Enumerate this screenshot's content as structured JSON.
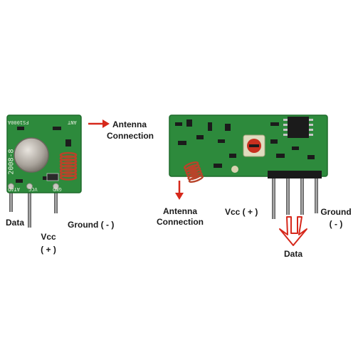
{
  "colors": {
    "pcb": "#2d8a3c",
    "pcb_dark": "#1e6b2b",
    "arrow": "#d6281b",
    "pin": "#6f6f6f",
    "coil": "#b8442a"
  },
  "icons": [
    "red-arrow-icon",
    "outline-down-arrow-icon"
  ],
  "transmitter": {
    "silkscreen_model": "FS1000A",
    "silkscreen_ant": "ANT",
    "silkscreen_date": "2008-8",
    "silkscreen_pins": {
      "data": "ATAD",
      "vcc": "VCC",
      "gnd": "GND"
    },
    "labels": {
      "antenna_line1": "Antenna",
      "antenna_line2": "Connection",
      "data": "Data",
      "vcc": "Vcc",
      "vcc_sign": "( + )",
      "ground": "Ground ( - )"
    }
  },
  "receiver": {
    "labels": {
      "antenna_line1": "Antenna",
      "antenna_line2": "Connection",
      "vcc": "Vcc ( + )",
      "ground": "Ground",
      "ground_sign": "( - )",
      "data": "Data"
    }
  }
}
